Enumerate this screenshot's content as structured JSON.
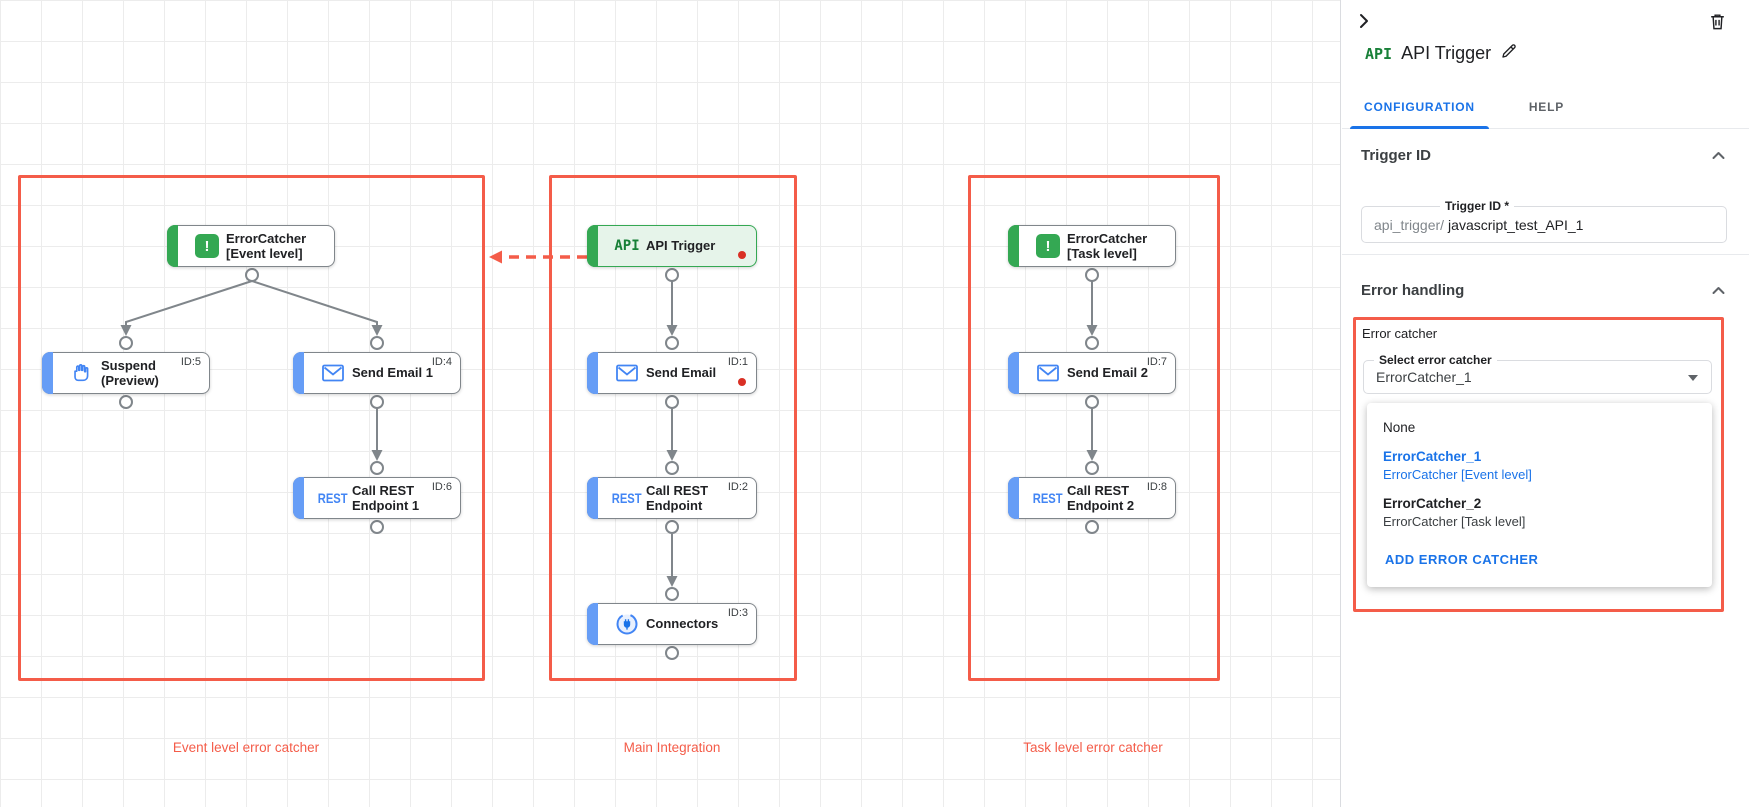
{
  "panel": {
    "badge": "API",
    "title": "API Trigger",
    "tabs": {
      "configuration": "CONFIGURATION",
      "help": "HELP"
    },
    "trigger_id": {
      "heading": "Trigger ID",
      "field_label": "Trigger ID *",
      "field_prefix": "api_trigger/",
      "field_value": "javascript_test_API_1"
    },
    "error_handling": {
      "heading": "Error handling",
      "group_label": "Error catcher",
      "select_label": "Select error catcher",
      "select_value": "ErrorCatcher_1",
      "menu": {
        "none": "None",
        "opt1_name": "ErrorCatcher_1",
        "opt1_desc": "ErrorCatcher [Event level]",
        "opt2_name": "ErrorCatcher_2",
        "opt2_desc": "ErrorCatcher [Task level]",
        "add": "ADD ERROR CATCHER"
      }
    }
  },
  "canvas": {
    "group_labels": {
      "event": "Event level error catcher",
      "main": "Main Integration",
      "task": "Task level error catcher"
    },
    "nodes": {
      "ec_event": {
        "line1": "ErrorCatcher",
        "line2": "[Event level]",
        "badge": "!"
      },
      "suspend": {
        "line1": "Suspend",
        "line2": "(Preview)",
        "id": "ID:5"
      },
      "send1": {
        "line1": "Send Email 1",
        "id": "ID:4"
      },
      "rest1": {
        "line1": "Call REST",
        "line2": "Endpoint 1",
        "id": "ID:6",
        "badge": "REST"
      },
      "api": {
        "line1": "API Trigger",
        "badge": "API"
      },
      "send": {
        "line1": "Send Email",
        "id": "ID:1"
      },
      "rest": {
        "line1": "Call REST",
        "line2": "Endpoint",
        "id": "ID:2",
        "badge": "REST"
      },
      "connectors": {
        "line1": "Connectors",
        "id": "ID:3"
      },
      "ec_task": {
        "line1": "ErrorCatcher",
        "line2": "[Task level]",
        "badge": "!"
      },
      "send2": {
        "line1": "Send Email 2",
        "id": "ID:7"
      },
      "rest2": {
        "line1": "Call REST",
        "line2": "Endpoint 2",
        "id": "ID:8",
        "badge": "REST"
      }
    },
    "colors": {
      "group_outline": "#f45c49",
      "node_accent_blue": "#669df6",
      "node_accent_green": "#34a853",
      "edge_gray": "#80868b",
      "alert_dot": "#d93025",
      "link_blue": "#1a73e8"
    }
  }
}
